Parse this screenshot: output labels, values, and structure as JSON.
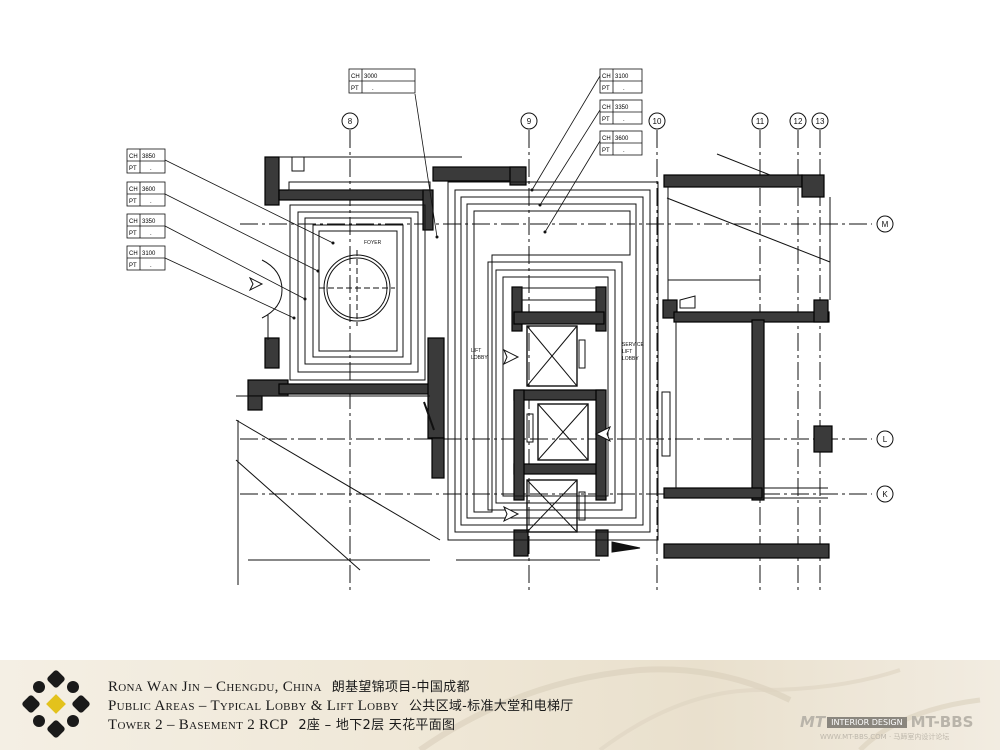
{
  "grid_labels": {
    "g8": "8",
    "g9": "9",
    "g10": "10",
    "g11": "11",
    "g12": "12",
    "g13": "13",
    "gM": "M",
    "gL": "L",
    "gK": "K"
  },
  "tags": [
    {
      "ch": "CH",
      "ch_val": "3000",
      "pt": "PT",
      "pt_val": "."
    },
    {
      "ch": "CH",
      "ch_val": "3100",
      "pt": "PT",
      "pt_val": "."
    },
    {
      "ch": "CH",
      "ch_val": "3350",
      "pt": "PT",
      "pt_val": "."
    },
    {
      "ch": "CH",
      "ch_val": "3600",
      "pt": "PT",
      "pt_val": "."
    },
    {
      "ch": "CH",
      "ch_val": "3850",
      "pt": "PT",
      "pt_val": "."
    },
    {
      "ch": "CH",
      "ch_val": "3600",
      "pt": "PT",
      "pt_val": "."
    },
    {
      "ch": "CH",
      "ch_val": "3350",
      "pt": "PT",
      "pt_val": "."
    },
    {
      "ch": "CH",
      "ch_val": "3100",
      "pt": "PT",
      "pt_val": "."
    }
  ],
  "room_labels": {
    "foyer": "FOYER",
    "lift_lobby_1": "LIFT",
    "lift_lobby_2": "LOBBY",
    "service_1": "SERVICE",
    "service_2": "LIFT",
    "service_3": "LOBBY"
  },
  "footer": {
    "line1_en": "Rona Wan Jin – Chengdu, China",
    "line1_cn": "朗基望锦项目-中国成都",
    "line2_en": "Public Areas – Typical Lobby & Lift Lobby",
    "line2_cn": "公共区域-标准大堂和电梯厅",
    "line3_en": "Tower 2 – Basement 2 RCP",
    "line3_cn": "2座 – 地下2层 天花平面图"
  },
  "watermark": {
    "m1": "MT",
    "m2": "INTERIOR DESIGN",
    "m3": "MT-BBS",
    "sub": "WWW.MT-BBS.COM · 马蹄室内设计论坛"
  }
}
